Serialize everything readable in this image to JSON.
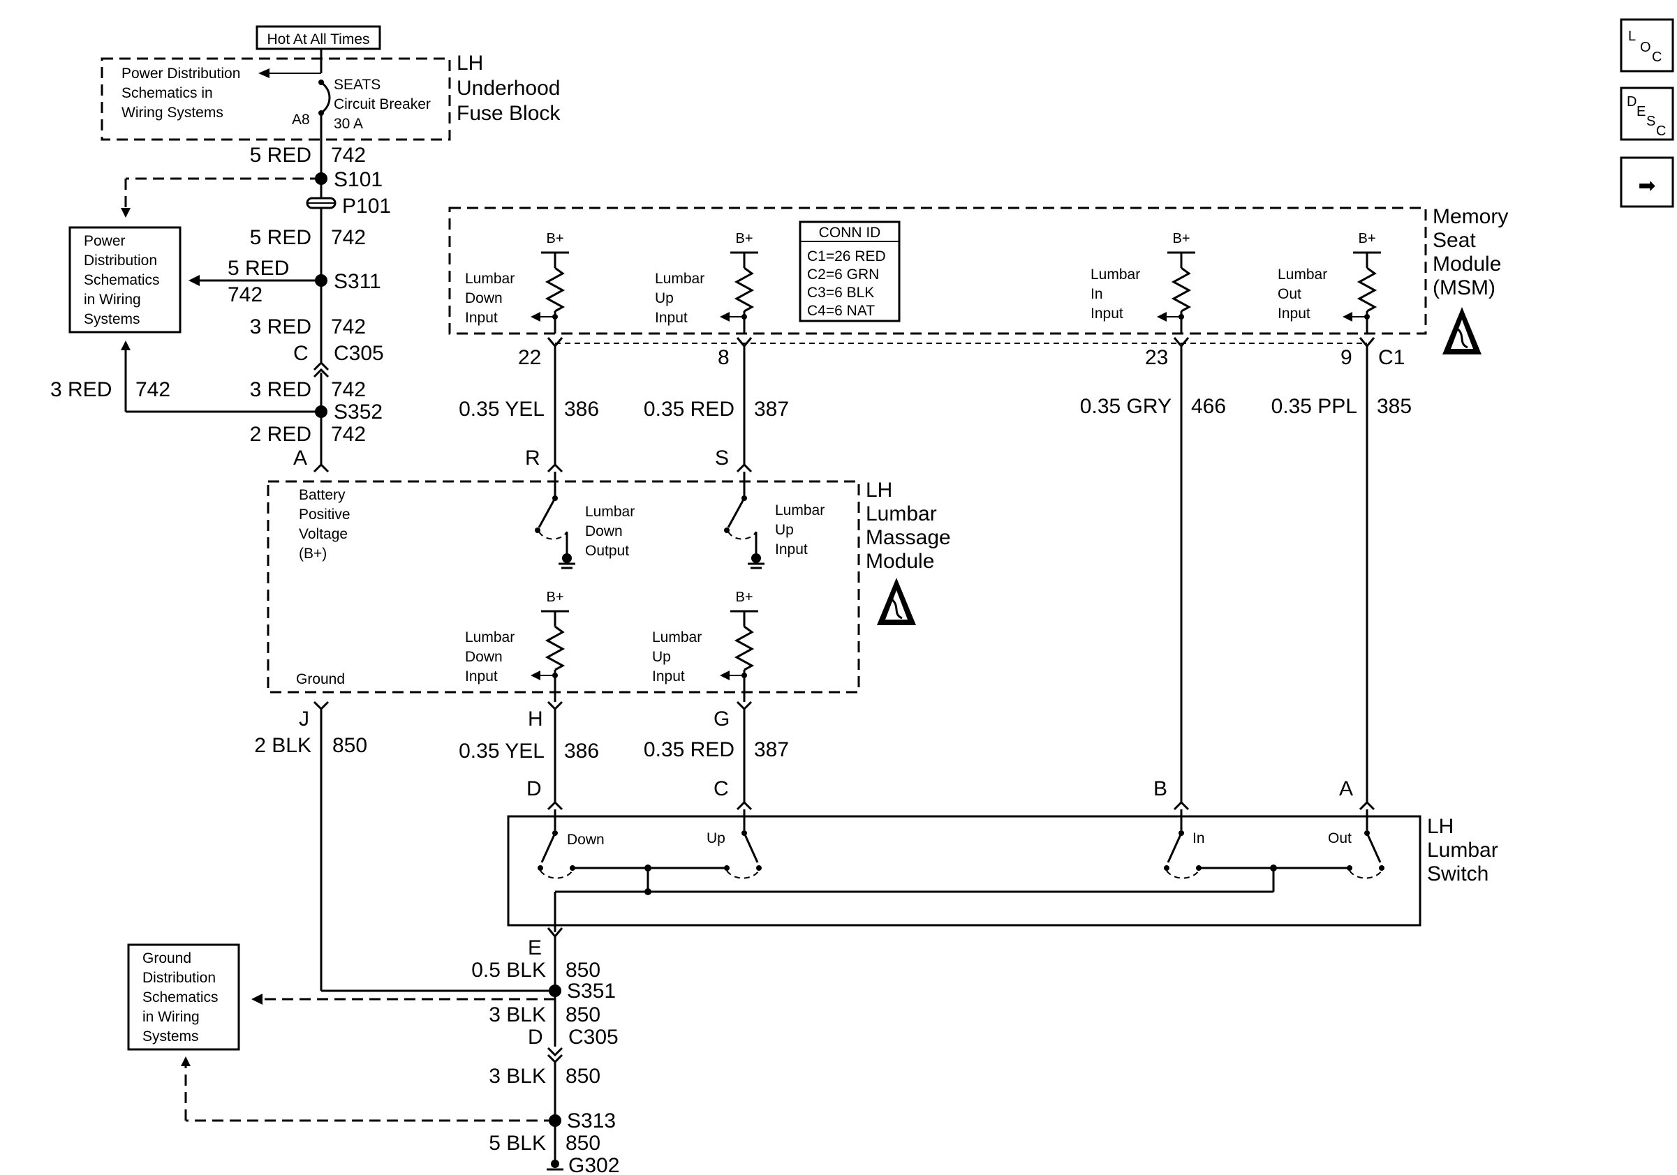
{
  "top_label": "Hot At All Times",
  "fuse_block": {
    "name": "LH Underhood Fuse Block",
    "line1": "LH",
    "line2": "Underhood",
    "line3": "Fuse Block",
    "breaker1": "SEATS",
    "breaker2": "Circuit Breaker",
    "breaker3": "30 A",
    "pin": "A8",
    "ref1": "Power Distribution",
    "ref2": "Schematics in",
    "ref3": "Wiring Systems"
  },
  "power_ref_box": {
    "l1": "Power",
    "l2": "Distribution",
    "l3": "Schematics",
    "l4": "in Wiring",
    "l5": "Systems"
  },
  "ground_ref_box": {
    "l1": "Ground",
    "l2": "Distribution",
    "l3": "Schematics",
    "l4": "in Wiring",
    "l5": "Systems"
  },
  "wires_left": {
    "w1_gauge": "5 RED",
    "w1_num": "742",
    "w2_gauge": "5 RED",
    "w2_num": "742",
    "w3_gauge": "5 RED",
    "w3_num": "742",
    "w4_gauge": "3 RED",
    "w4_num": "742",
    "w5_gauge": "3 RED",
    "w5_num": "742",
    "w6_gauge": "3 RED",
    "w6_num": "742",
    "w7_gauge": "2 RED",
    "w7_num": "742"
  },
  "splices": {
    "s101": "S101",
    "p101": "P101",
    "s311": "S311",
    "c305_top": "C305",
    "c305_pin_top": "C",
    "s352": "S352",
    "pin_a": "A",
    "s351": "S351",
    "c305_bot": "C305",
    "c305_pin_bot": "D",
    "s313": "S313",
    "g302": "G302"
  },
  "conn_id": {
    "title": "CONN ID",
    "c1": "C1=26 RED",
    "c2": "C2=6 GRN",
    "c3": "C3=6 BLK",
    "c4": "C4=6 NAT"
  },
  "msm": {
    "l1": "Memory",
    "l2": "Seat",
    "l3": "Module",
    "l4": "(MSM)",
    "bplus": "B+",
    "in1_a": "Lumbar",
    "in1_b": "Down",
    "in1_c": "Input",
    "in2_a": "Lumbar",
    "in2_b": "Up",
    "in2_c": "Input",
    "in3_a": "Lumbar",
    "in3_b": "In",
    "in3_c": "Input",
    "in4_a": "Lumbar",
    "in4_b": "Out",
    "in4_c": "Input",
    "pin22": "22",
    "pin8": "8",
    "pin23": "23",
    "pin9": "9",
    "conn": "C1"
  },
  "wires_mid": {
    "yel_gauge": "0.35 YEL",
    "yel_num": "386",
    "red_gauge": "0.35 RED",
    "red_num": "387",
    "gry_gauge": "0.35 GRY",
    "gry_num": "466",
    "ppl_gauge": "0.35 PPL",
    "ppl_num": "385",
    "yel2_gauge": "0.35 YEL",
    "yel2_num": "386",
    "red2_gauge": "0.35 RED",
    "red2_num": "387",
    "blk1_gauge": "2 BLK",
    "blk1_num": "850",
    "blk2_gauge": "0.5 BLK",
    "blk2_num": "850",
    "blk3_gauge": "3 BLK",
    "blk3_num": "850",
    "blk4_gauge": "3 BLK",
    "blk4_num": "850",
    "blk5_gauge": "5 BLK",
    "blk5_num": "850"
  },
  "massage": {
    "l1": "LH",
    "l2": "Lumbar",
    "l3": "Massage",
    "l4": "Module",
    "bat1": "Battery",
    "bat2": "Positive",
    "bat3": "Voltage",
    "bat4": "(B+)",
    "ground": "Ground",
    "pin_r": "R",
    "pin_s": "S",
    "pin_j": "J",
    "pin_h": "H",
    "pin_g": "G",
    "out1_a": "Lumbar",
    "out1_b": "Down",
    "out1_c": "Output",
    "out2_a": "Lumbar",
    "out2_b": "Up",
    "out2_c": "Input",
    "in1_a": "Lumbar",
    "in1_b": "Down",
    "in1_c": "Input",
    "in2_a": "Lumbar",
    "in2_b": "Up",
    "in2_c": "Input",
    "bplus": "B+"
  },
  "switch": {
    "l1": "LH",
    "l2": "Lumbar",
    "l3": "Switch",
    "pin_d": "D",
    "pin_c": "C",
    "pin_b": "B",
    "pin_a": "A",
    "pin_e": "E",
    "down": "Down",
    "up": "Up",
    "in": "In",
    "out": "Out"
  },
  "nav": {
    "loc_1": "L",
    "loc_2": "O",
    "loc_3": "C",
    "desc_1": "D",
    "desc_2": "E",
    "desc_3": "S",
    "desc_4": "C",
    "next": "➡"
  }
}
